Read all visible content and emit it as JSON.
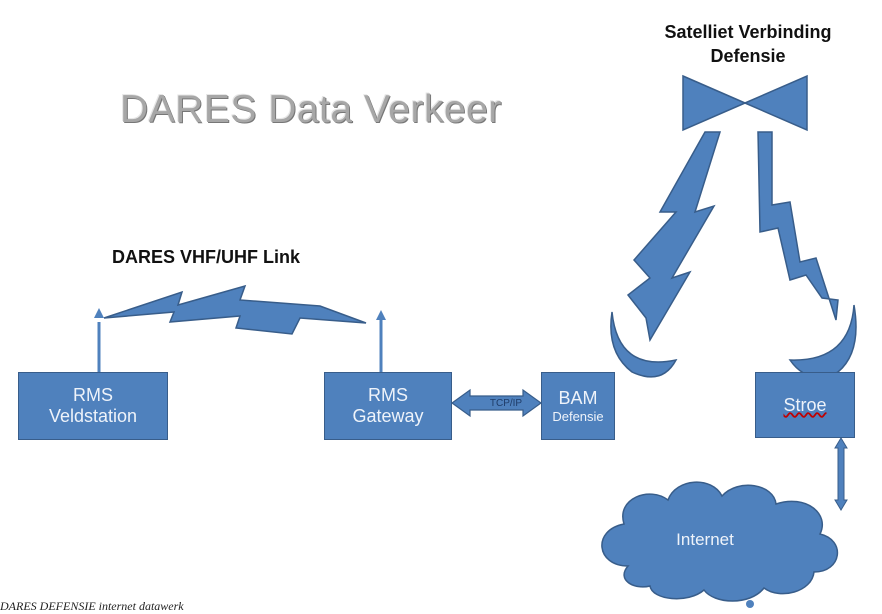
{
  "title": "DARES Data Verkeer",
  "satellite_label_line1": "Satelliet Verbinding",
  "satellite_label_line2": "Defensie",
  "link_label": "DARES VHF/UHF Link",
  "boxes": {
    "veldstation": {
      "line1": "RMS",
      "line2": "Veldstation"
    },
    "gateway": {
      "line1": "RMS",
      "line2": "Gateway"
    },
    "bam": {
      "line1": "BAM",
      "line2": "Defensie"
    },
    "stroe": {
      "line1": "Stroe"
    }
  },
  "connector_label": "TCP/IP",
  "cloud_label": "Internet",
  "caption": "DARES DEFENSIE internet datawerk",
  "colors": {
    "shape_fill": "#4f81bd",
    "shape_border": "#385d8a",
    "title_gray": "#a7a7a7"
  }
}
